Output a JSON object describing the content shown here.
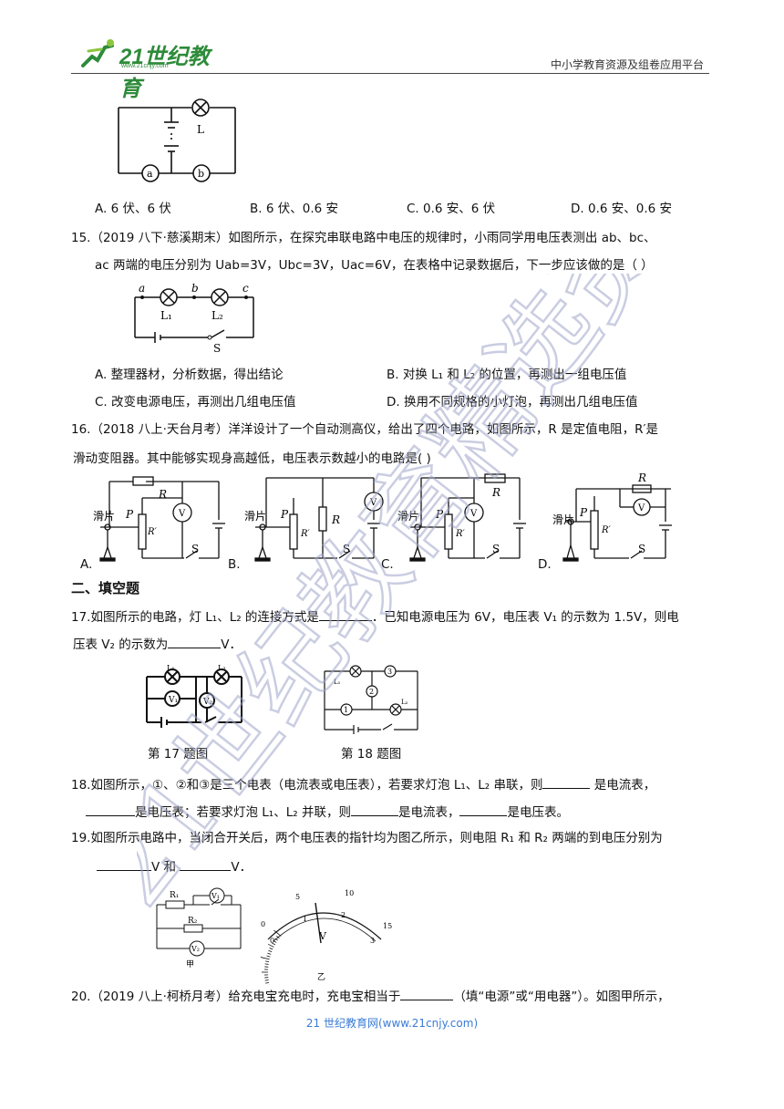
{
  "header": {
    "logo_text": "21世纪教育",
    "logo_sub": "www.21cnjy.com",
    "right_text": "中小学教育资源及组卷应用平台"
  },
  "q14": {
    "fig_labels": {
      "lamp": "L",
      "a": "a",
      "b": "b"
    },
    "opt_a": "A. 6 伏、6 伏",
    "opt_b": "B. 6 伏、0.6 安",
    "opt_c": "C. 0.6 安、6 伏",
    "opt_d": "D. 0.6 安、0.6 安"
  },
  "q15": {
    "line1": "15.（2019 八下·慈溪期末）如图所示，在探究串联电路中电压的规律时，小雨同学用电压表测出 ab、bc、",
    "line2_prefix": "ac 两端的电压分别为 U",
    "line2_full": "ac 两端的电压分别为 Uab=3V，Ubc=3V，Uac=6V，在表格中记录数据后，下一步应该做的是（    ）",
    "fig_labels": {
      "a": "a",
      "b": "b",
      "c": "c",
      "L1": "L₁",
      "L2": "L₂",
      "S": "S"
    },
    "opt_a": "A. 整理器材，分析数据，得出结论",
    "opt_b": "B. 对换 L₁ 和 L₂ 的位置，再测出一组电压值",
    "opt_c": "C. 改变电源电压，再测出几组电压值",
    "opt_d": "D. 换用不同规格的小灯泡，再测出几组电压值"
  },
  "q16": {
    "line1": "16.（2018 八上·天台月考）洋洋设计了一个自动测高仪，给出了四个电路，如图所示，R 是定值电阻，R′是",
    "line2": "滑动变阻器。其中能够实现身高越低，电压表示数越小的电路是(    )",
    "fig_labels": {
      "slider": "滑片",
      "P": "P",
      "R": "R",
      "Rp": "R′",
      "V": "V",
      "S": "S"
    },
    "opt_a": "A.",
    "opt_b": "B.",
    "opt_c": "C.",
    "opt_d": "D."
  },
  "section2": "二、填空题",
  "q17": {
    "line1_a": "17.如图所示的电路，灯 L₁、L₂ 的连接方式是",
    "line1_b": "．已知电源电压为 6V，电压表 V₁ 的示数为 1.5V，则电",
    "line2_a": "压表 V₂ 的示数为",
    "line2_b": "V．",
    "fig_caption": "第 17 题图"
  },
  "q18": {
    "fig_caption": "第 18 题图",
    "fig_labels": {
      "m1": "1",
      "m2": "2",
      "m3": "3",
      "L1": "L₁",
      "L2": "L₂"
    },
    "line1_a": "18.如图所示，①、②和③是三个电表（电流表或电压表），若要求灯泡 L₁、L₂ 串联，则",
    "line1_b": "是电流表，",
    "line2_a": "是电压表；若要求灯泡 L₁、L₂ 并联，则",
    "line2_b": "是电流表，",
    "line2_c": "是电压表。"
  },
  "q19": {
    "line1": "19.如图所示电路中，当闭合开关后，两个电压表的指针均为图乙所示，则电阻 R₁ 和 R₂ 两端的到电压分别为",
    "line2_a": "V 和",
    "line2_b": "V．",
    "fig_jia": "甲",
    "fig_yi": "乙",
    "fig_labels": {
      "R1": "R₁",
      "R2": "R₂",
      "V1": "V₁",
      "V2": "V₂",
      "V": "V"
    },
    "dial_top": [
      "0",
      "5",
      "10",
      "15"
    ],
    "dial_bottom": [
      "0",
      "1",
      "2",
      "3"
    ]
  },
  "q20": {
    "line1_a": "20.（2019 八上·柯桥月考）给充电宝充电时，充电宝相当于",
    "line1_b": "（填“电源”或“用电器”）。如图甲所示，"
  },
  "footer": "21 世纪教育网(www.21cnjy.com)",
  "watermark": "21世纪教育精选资料"
}
